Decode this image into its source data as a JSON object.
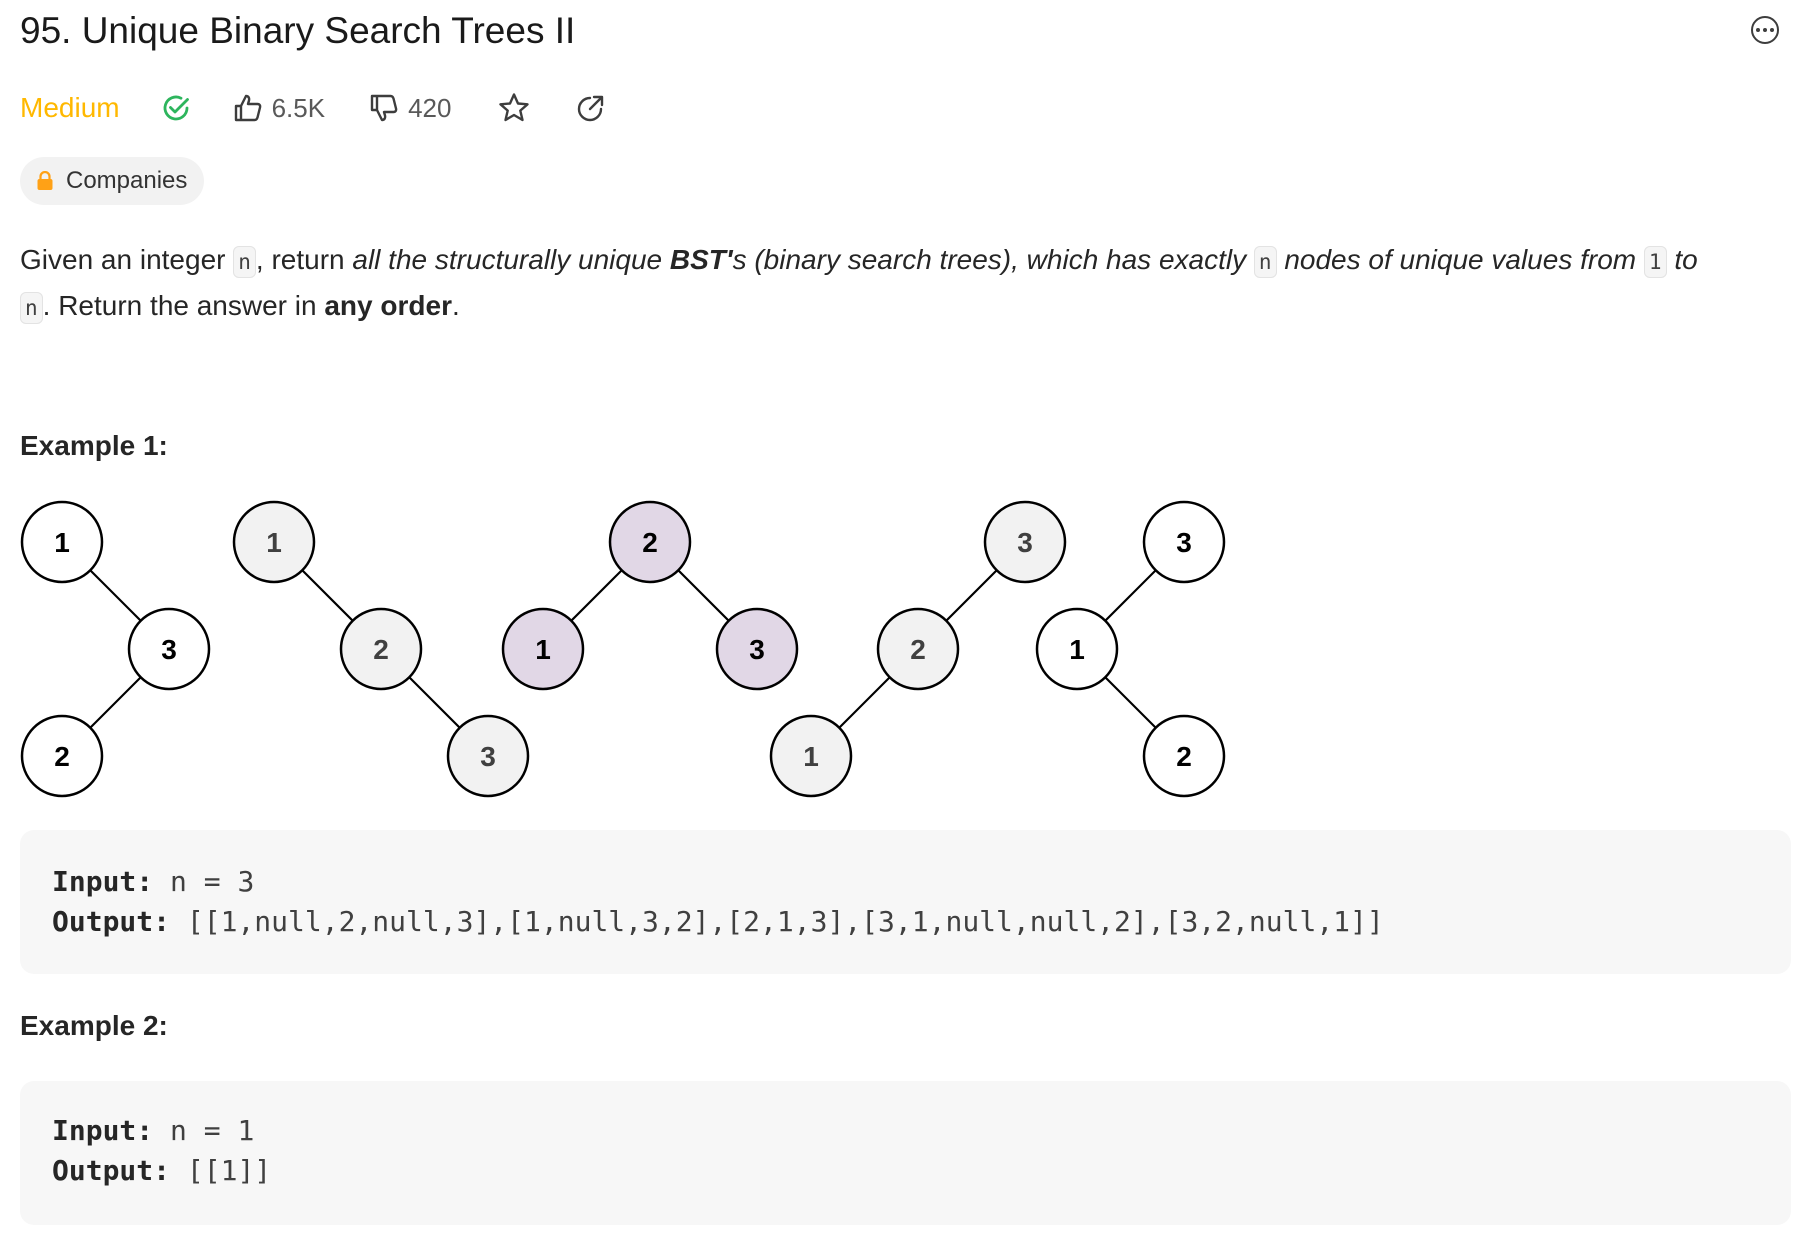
{
  "problem": {
    "title": "95. Unique Binary Search Trees II",
    "difficulty": "Medium",
    "likes": "6.5K",
    "dislikes": "420",
    "companies_label": "Companies"
  },
  "description": {
    "p1": "Given an integer ",
    "code_n": "n",
    "p2": ", return ",
    "p3_italic": "all the structurally unique ",
    "p4_bold_italic": "BST'",
    "p5_italic": "s (binary search trees), which has exactly ",
    "p6_italic": " nodes of unique values from ",
    "code_1": "1",
    "p7_italic": " to",
    "p8": ". Return the answer in ",
    "p9_bold": "any order",
    "p10": "."
  },
  "example1": {
    "title": "Example 1:",
    "input_label": "Input:",
    "input_value": " n = 3",
    "output_label": "Output:",
    "output_value": " [[1,null,2,null,3],[1,null,3,2],[2,1,3],[3,1,null,null,2],[3,2,null,1]]"
  },
  "example2": {
    "title": "Example 2:",
    "input_label": "Input:",
    "input_value": " n = 1",
    "output_label": "Output:",
    "output_value": " [[1]]"
  },
  "trees": {
    "colors": {
      "white": "#ffffff",
      "gray": "#f2f2f2",
      "purple": "#e1d7e6",
      "stroke": "#000000"
    },
    "labels": [
      "1",
      "3",
      "2",
      "1",
      "2",
      "3",
      "2",
      "1",
      "3",
      "3",
      "2",
      "1",
      "3",
      "1",
      "2"
    ]
  }
}
